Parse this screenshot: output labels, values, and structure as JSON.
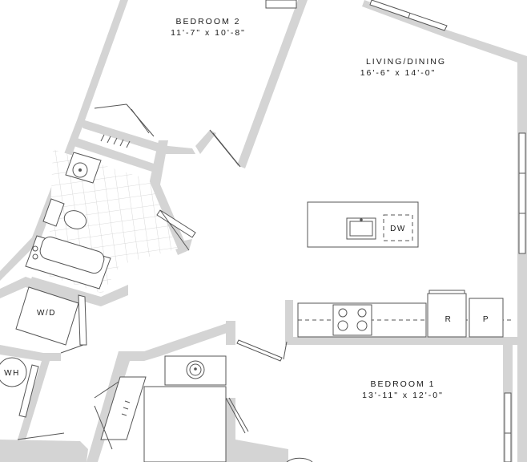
{
  "rooms": {
    "bedroom2": {
      "name": "BEDROOM 2",
      "dims": "11'-7\" x 10'-8\""
    },
    "living": {
      "name": "LIVING/DINING",
      "dims": "16'-6\" x 14'-0\""
    },
    "bedroom1": {
      "name": "BEDROOM 1",
      "dims": "13'-11\" x 12'-0\""
    }
  },
  "fixtures": {
    "dishwasher": "DW",
    "refrigerator": "R",
    "pantry": "P",
    "washer_dryer": "W/D",
    "water_heater": "WH"
  },
  "colors": {
    "wall": "#d4d4d4",
    "line": "#555555",
    "text": "#1a1a1a"
  }
}
